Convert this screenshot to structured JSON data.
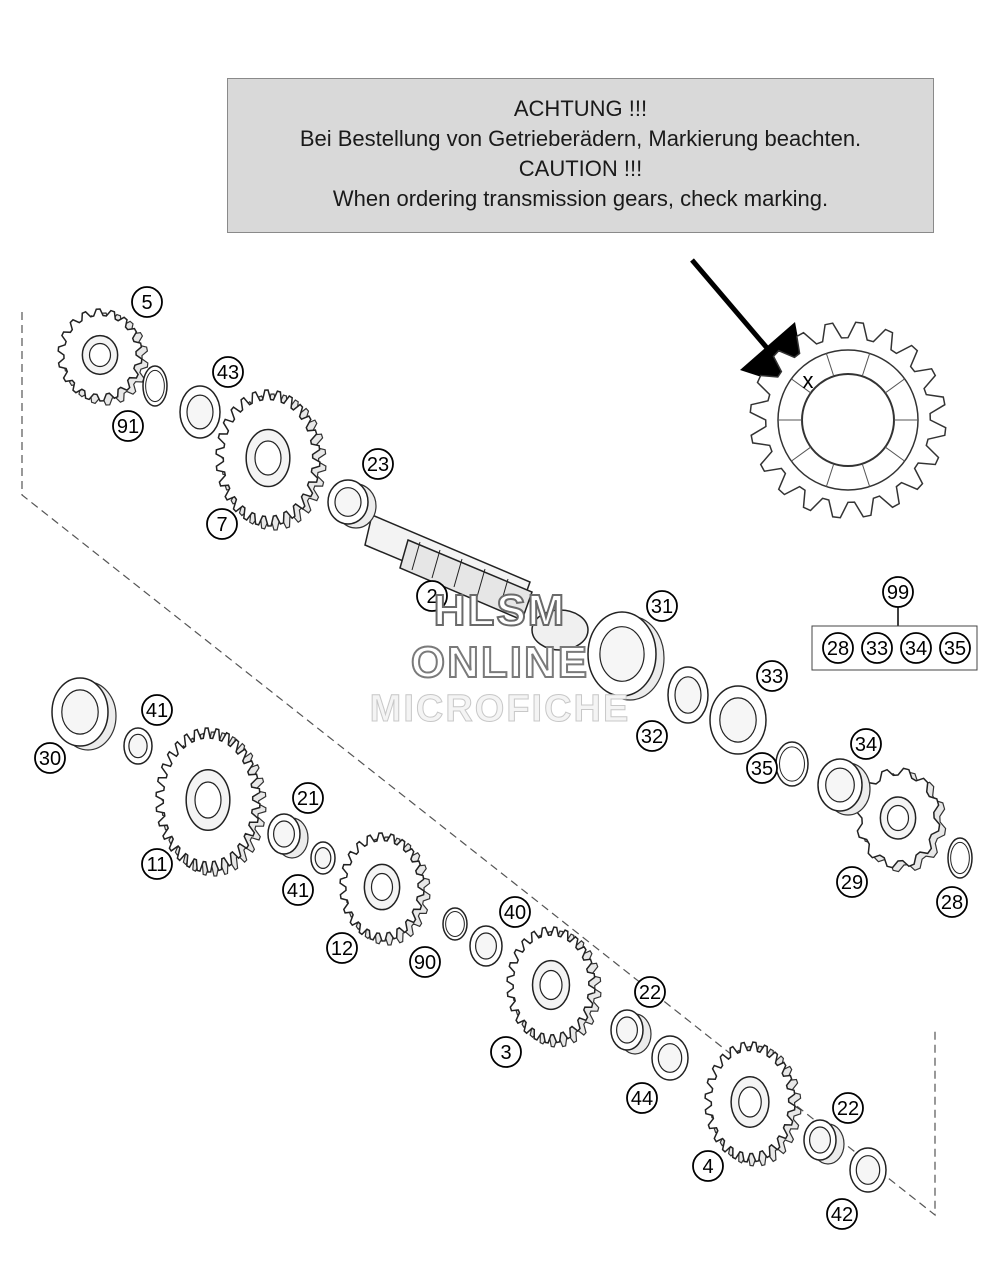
{
  "notice": {
    "line1": "ACHTUNG !!!",
    "line2": "Bei Bestellung von Getrieberädern, Markierung beachten.",
    "line3": "CAUTION !!!",
    "line4": "When ordering transmission gears, check marking."
  },
  "marking": "x",
  "kit": {
    "number": "99",
    "members": [
      "28",
      "33",
      "34",
      "35"
    ]
  },
  "callouts": [
    "5",
    "91",
    "43",
    "7",
    "23",
    "2",
    "31",
    "33",
    "32",
    "35",
    "34",
    "29",
    "28",
    "30",
    "41",
    "11",
    "21",
    "41",
    "12",
    "90",
    "40",
    "3",
    "22",
    "44",
    "4",
    "22",
    "42"
  ],
  "watermark": {
    "line1": "HLSM",
    "line2": "ONLINE",
    "line3": "MICROFICHE"
  }
}
